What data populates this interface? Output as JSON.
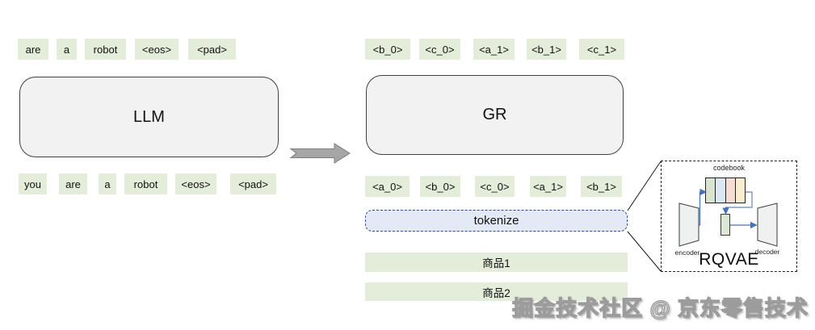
{
  "left_panel": {
    "model_label": "LLM",
    "output_tokens": [
      "are",
      "a",
      "robot",
      "<eos>",
      "<pad>"
    ],
    "input_tokens": [
      "you",
      "are",
      "a",
      "robot",
      "<eos>",
      "<pad>"
    ]
  },
  "right_panel": {
    "model_label": "GR",
    "output_tokens": [
      "<b_0>",
      "<c_0>",
      "<a_1>",
      "<b_1>",
      "<c_1>"
    ],
    "input_tokens": [
      "<a_0>",
      "<b_0>",
      "<c_0>",
      "<a_1>",
      "<b_1>"
    ],
    "tokenize_label": "tokenize",
    "items": [
      "商品1",
      "商品2"
    ]
  },
  "rqvae": {
    "title": "RQVAE",
    "codebook_label": "codebook",
    "encoder_label": "encoder",
    "decoder_label": "decoder",
    "codebook_colors": [
      "#d8e4d0",
      "#dbe7f3",
      "#f6ddd3",
      "#f9ecd0"
    ]
  },
  "watermark": "掘金技术社区 @ 京东零售技术",
  "colors": {
    "token_green": "#e4edda",
    "model_box_gray": "#f2f2f3",
    "tokenize_blue": "#e3eaf6",
    "arrow_gray": "#a6a6a6",
    "flow_arrow_blue": "#4673b8"
  }
}
